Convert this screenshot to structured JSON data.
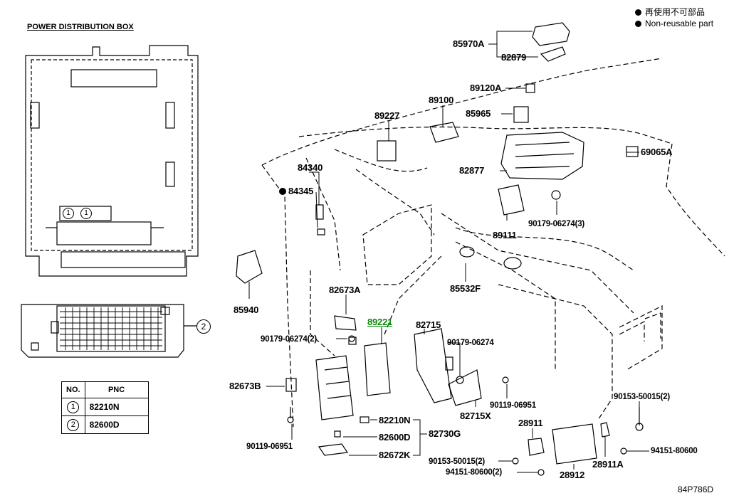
{
  "legend": {
    "row1": "再使用不可部品",
    "row2": "Non-reusable part"
  },
  "box_title": "POWER DISTRIBUTION BOX",
  "circle_1": "1",
  "circle_2": "2",
  "pnc_table": {
    "header_no": "NO.",
    "header_pnc": "PNC",
    "rows": [
      {
        "no": "1",
        "pnc": "82210N"
      },
      {
        "no": "2",
        "pnc": "82600D"
      }
    ]
  },
  "parts": {
    "p85970A": "85970A",
    "p82879": "82879",
    "p89120A": "89120A",
    "p89100": "89100",
    "p89227": "89227",
    "p85965": "85965",
    "p69065A": "69065A",
    "p82877": "82877",
    "p84340": "84340",
    "p84345": "84345",
    "p90179_06274_3": "90179-06274(3)",
    "p89111": "89111",
    "p85940": "85940",
    "p82673A": "82673A",
    "p89221": "89221",
    "p82715": "82715",
    "p85532F": "85532F",
    "p90179_06274_2": "90179-06274(2)",
    "p90179_06274": "90179-06274",
    "p82673B": "82673B",
    "p82715X": "82715X",
    "p90119_06951_a": "90119-06951",
    "p90153_50015_2_a": "90153-50015(2)",
    "p82210N": "82210N",
    "p82730G": "82730G",
    "p82600D": "82600D",
    "p28911": "28911",
    "p94151_80600": "94151-80600",
    "p90119_06951_b": "90119-06951",
    "p82672K": "82672K",
    "p90153_50015_2_b": "90153-50015(2)",
    "p28911A": "28911A",
    "p94151_80600_2": "94151-80600(2)",
    "p28912": "28912"
  },
  "diagram_code": "84P786D"
}
